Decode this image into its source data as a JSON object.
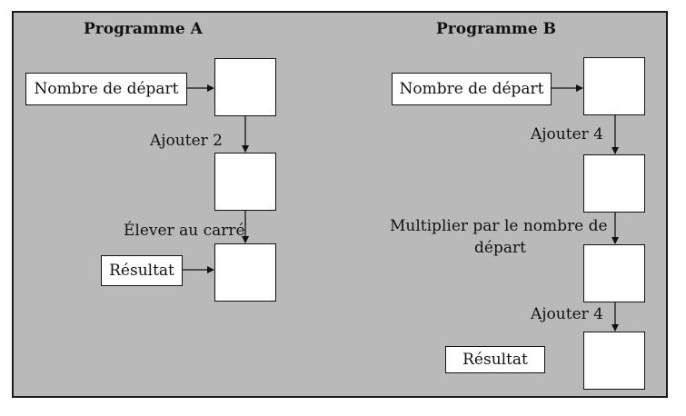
{
  "colors": {
    "background": "#b9b9b9",
    "box_fill": "#ffffff",
    "stroke": "#111111"
  },
  "program_a": {
    "title": "Programme A",
    "start_label": "Nombre de départ",
    "step1": "Ajouter 2",
    "step2": "Élever au carré",
    "result_label": "Résultat"
  },
  "program_b": {
    "title": "Programme B",
    "start_label": "Nombre de départ",
    "step1": "Ajouter 4",
    "step2_line1": "Multiplier par le nombre de",
    "step2_line2": "départ",
    "step3": "Ajouter 4",
    "result_label": "Résultat"
  }
}
